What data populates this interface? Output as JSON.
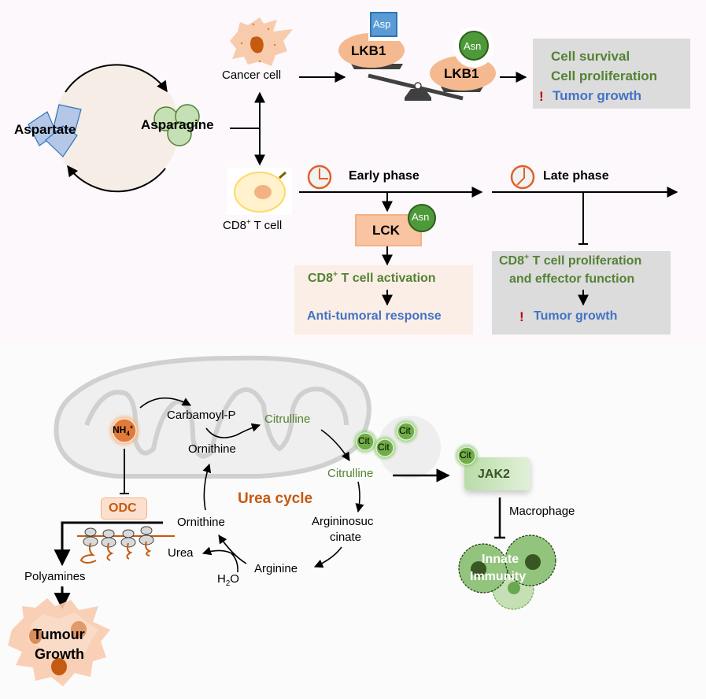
{
  "top": {
    "aspartate": "Aspartate",
    "asparagine": "Asparagine",
    "cancer_cell": "Cancer cell",
    "cd8_cell_prefix": "CD8",
    "cd8_cell_sup": "+",
    "cd8_cell_suffix": " T cell",
    "lkb1_left": "LKB1",
    "lkb1_right": "LKB1",
    "asp_badge": "Asp",
    "asn_badge": "Asn",
    "outcome_box": {
      "line1": "Cell survival",
      "line2": "Cell proliferation",
      "line3": "Tumor growth",
      "exclamation": "!"
    },
    "early_phase": "Early phase",
    "late_phase": "Late phase",
    "lck": "LCK",
    "lck_badge": "Asn",
    "early_box": {
      "line1_prefix": "CD8",
      "line1_sup": "+",
      "line1_suffix": " T cell activation",
      "line2": "Anti-tumoral response"
    },
    "late_box": {
      "line1_prefix": "CD8",
      "line1_sup": "+",
      "line1_suffix": " T cell proliferation",
      "line2": "and effector function",
      "line3": "Tumor growth",
      "exclamation": "!"
    }
  },
  "bottom": {
    "nh4_main": "NH",
    "nh4_sub": "4",
    "nh4_sup": "+",
    "carbamoyl_p": "Carbamoyl-P",
    "citrulline_mito": "Citrulline",
    "ornithine_mito": "Ornithine",
    "citrulline_cyto": "Citrulline",
    "urea_cycle": "Urea cycle",
    "ornithine_cyto": "Ornithine",
    "argininosuccinate_1": "Argininosuc",
    "argininosuccinate_2": "cinate",
    "arginine": "Arginine",
    "urea": "Urea",
    "h2o_main": "H",
    "h2o_sub": "2",
    "h2o_end": "O",
    "odc": "ODC",
    "polyamines": "Polyamines",
    "tumour_growth_1": "Tumour",
    "tumour_growth_2": "Growth",
    "cit_badges": [
      "Cit",
      "Cit",
      "Cit"
    ],
    "jak2_cit": "Cit",
    "jak2": "JAK2",
    "macrophage": "Macrophage",
    "innate_1": "Innate",
    "innate_2": "Immunity"
  },
  "colors": {
    "green_text": "#548235",
    "blue_text": "#4472c4",
    "orange_text": "#c55a11",
    "alert_red": "#c00000",
    "lkb1_fill": "#f4b98e",
    "asp_blue": "#5b9bd5",
    "asn_green": "#4e9a3a",
    "gray_box": "#dcdcdc",
    "peach_box": "#fbeee6"
  }
}
